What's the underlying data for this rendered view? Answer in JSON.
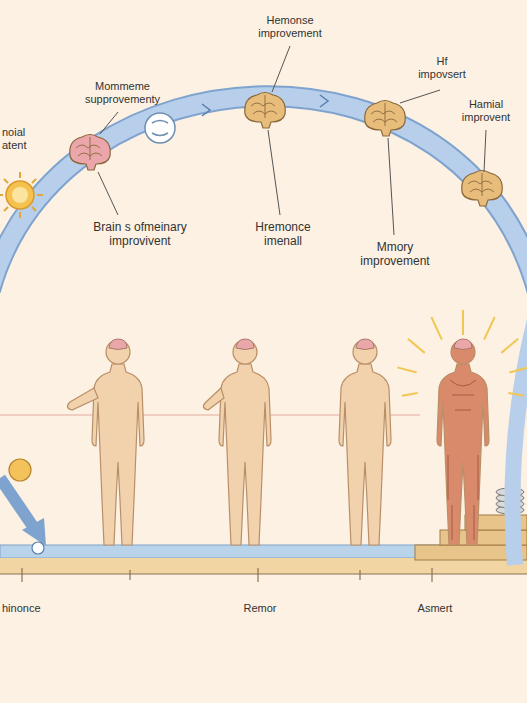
{
  "diagram": {
    "labels": [
      "Mommeme supprovementy",
      "Hemonse improvement",
      "Hf impovsert",
      "Hamial improvent",
      "noial atent",
      "Brain s ofmeinary improvivent",
      "Hremonce imenall",
      "Mmory improvement",
      "hinonce",
      "Remor",
      "Asmert"
    ]
  }
}
